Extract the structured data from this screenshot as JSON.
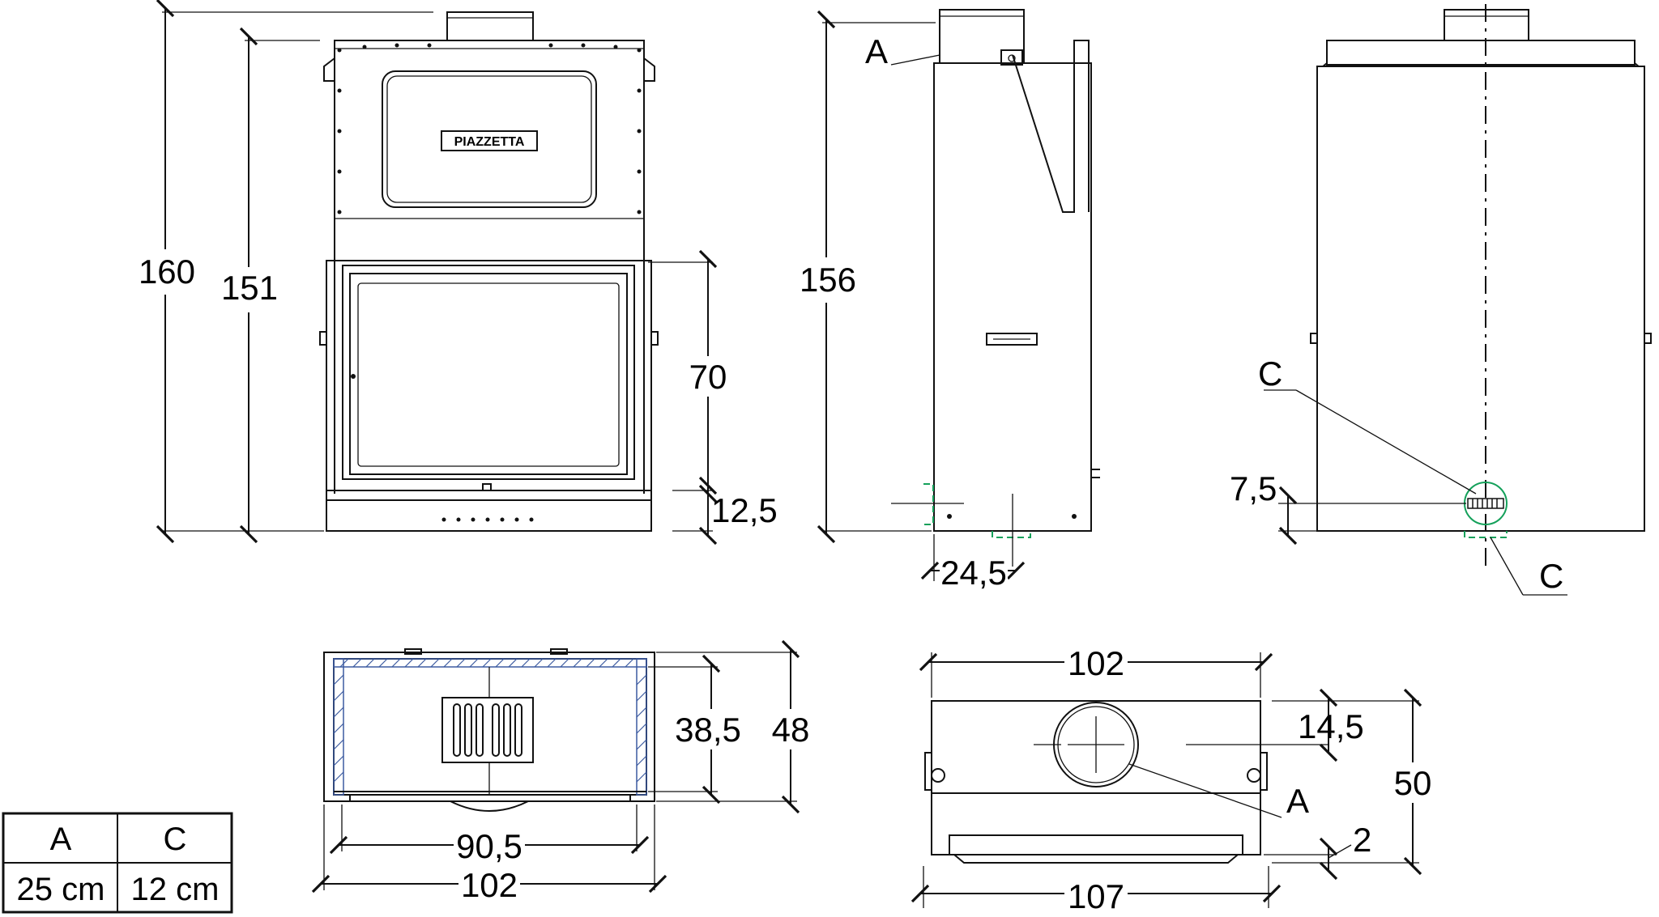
{
  "brand": "PIAZZETTA",
  "front_view": {
    "dim_total_height": "160",
    "dim_body_height": "151",
    "dim_glass_height": "70",
    "dim_base_height": "12,5"
  },
  "side_view": {
    "label_a": "A",
    "dim_height": "156",
    "dim_depth_offset": "24,5"
  },
  "back_view": {
    "label_c_top": "C",
    "label_c_bottom": "C",
    "dim_c_height": "7,5"
  },
  "top_view_section": {
    "dim_inner_depth": "38,5",
    "dim_outer_depth": "48",
    "dim_inner_width": "90,5",
    "dim_outer_width": "102"
  },
  "top_view_plan": {
    "dim_width_top": "102",
    "dim_flue_offset": "14,5",
    "dim_depth": "50",
    "label_a": "A",
    "dim_front": "2",
    "dim_width_bottom": "107"
  },
  "legend_table": {
    "headers": [
      "A",
      "C"
    ],
    "values": [
      "25 cm",
      "12 cm"
    ]
  }
}
